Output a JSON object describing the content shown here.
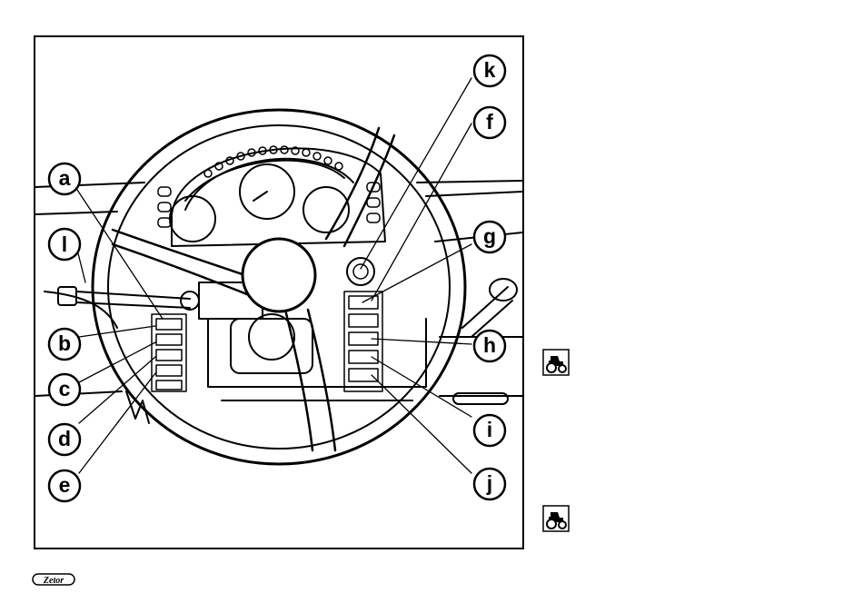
{
  "figure": {
    "callouts": [
      {
        "id": "a",
        "label": "a"
      },
      {
        "id": "l",
        "label": "l"
      },
      {
        "id": "b",
        "label": "b"
      },
      {
        "id": "c",
        "label": "c"
      },
      {
        "id": "d",
        "label": "d"
      },
      {
        "id": "e",
        "label": "e"
      },
      {
        "id": "k",
        "label": "k"
      },
      {
        "id": "f",
        "label": "f"
      },
      {
        "id": "g",
        "label": "g"
      },
      {
        "id": "h",
        "label": "h"
      },
      {
        "id": "i",
        "label": "i"
      },
      {
        "id": "j",
        "label": "j"
      }
    ]
  },
  "footer": {
    "logo_text": "Zetor"
  },
  "icons": {
    "margin_icons": [
      "tractor-icon",
      "tractor-icon"
    ]
  }
}
